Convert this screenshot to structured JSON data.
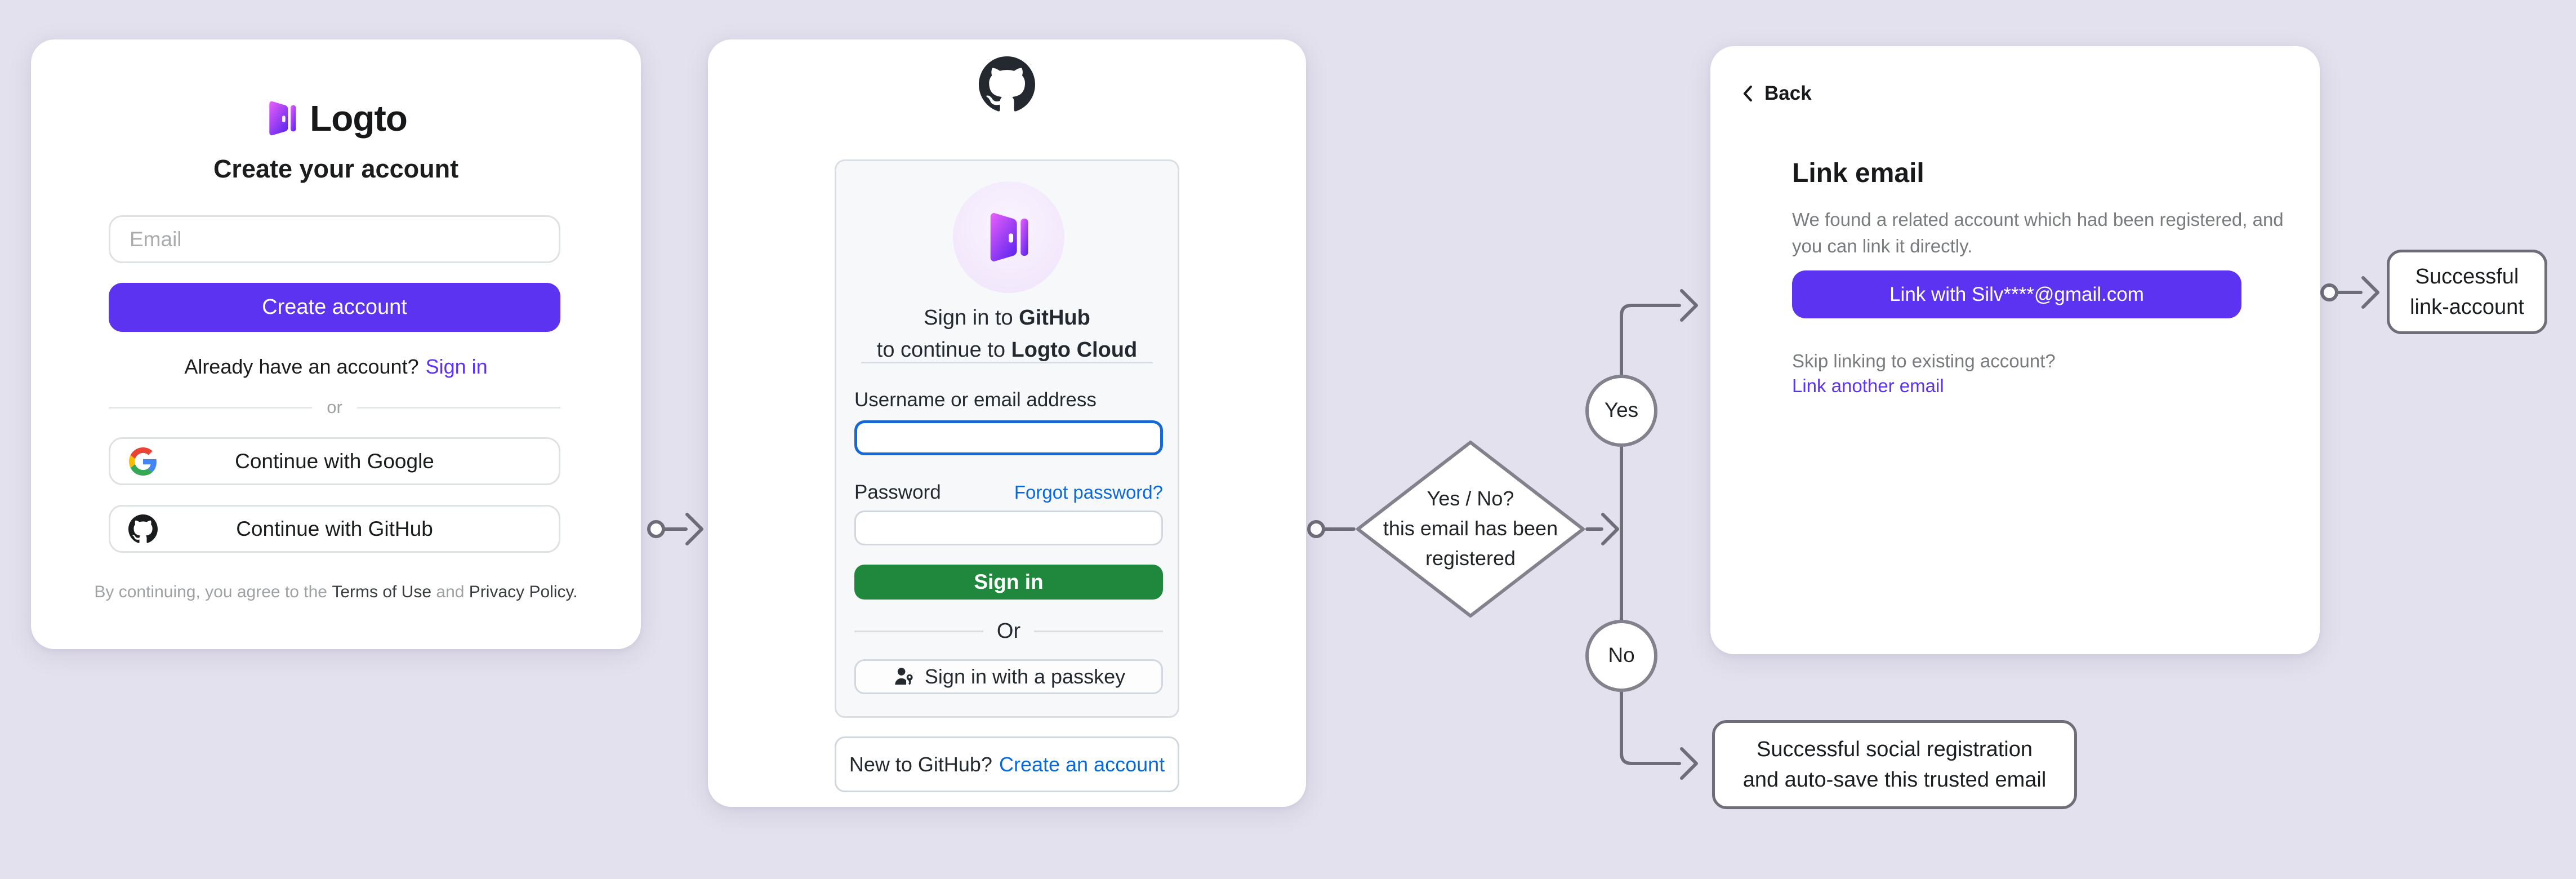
{
  "colors": {
    "page_background": "#e4e1ee",
    "card_background": "#ffffff",
    "logto_purple": "#5b33f0",
    "github_green": "#1f883d",
    "github_link_blue": "#0969da",
    "focused_input_border": "#1668d9",
    "connector_gray": "#6e6e79",
    "node_border_gray": "#82828c"
  },
  "signup_card": {
    "brand": "Logto",
    "title": "Create your account",
    "email_placeholder": "Email",
    "create_button": "Create account",
    "signin_prompt": "Already have an account?",
    "signin_link": "Sign in",
    "divider": "or",
    "google_button": "Continue with Google",
    "github_button": "Continue with GitHub",
    "terms_prefix": "By continuing, you agree to the ",
    "terms_of_use": "Terms of Use",
    "terms_and": " and ",
    "privacy_policy": "Privacy Policy."
  },
  "github_card": {
    "heading_prefix1": "Sign in to ",
    "heading_bold1": "GitHub",
    "heading_prefix2": "to continue to ",
    "heading_bold2": "Logto Cloud",
    "username_label": "Username or email address",
    "password_label": "Password",
    "forgot_password_link": "Forgot password?",
    "signin_button": "Sign in",
    "divider": "Or",
    "passkey_button": "Sign in with a passkey",
    "footer_prompt": "New to GitHub?",
    "footer_link": "Create an account"
  },
  "link_card": {
    "back_label": "Back",
    "title": "Link email",
    "description": "We found a related account which had been registered, and\nyou can link it directly.",
    "link_button": "Link with Silv****@gmail.com",
    "skip_prompt": "Skip linking to existing account?",
    "link_another_email": "Link another email"
  },
  "flow": {
    "decision_label": "Yes / No?\nthis email has been\nregistered",
    "yes_label": "Yes",
    "no_label": "No",
    "success_link_account": "Successful\nlink-account",
    "success_social_registration": "Successful social registration\nand auto-save this trusted email"
  }
}
